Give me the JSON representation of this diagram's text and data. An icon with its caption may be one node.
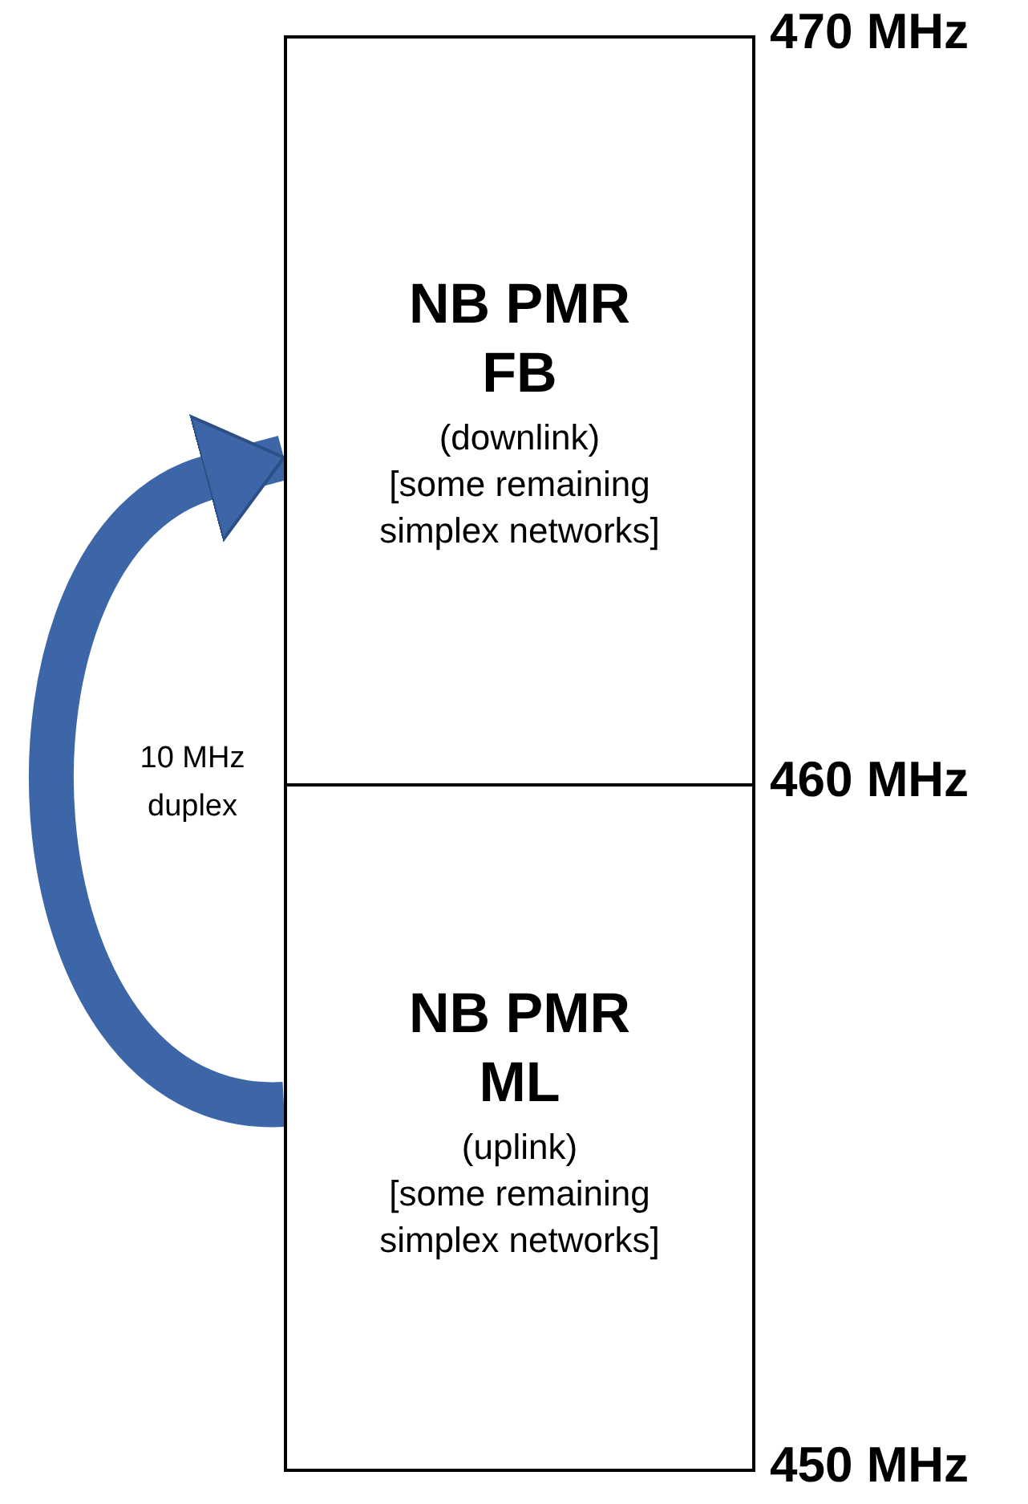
{
  "diagram": {
    "nodes": [
      {
        "text": [
          "NB PMR FB",
          "(downlink)",
          "[some remaining simplex networks]"
        ]
      },
      {
        "text": [
          "NB PMR ML",
          "(uplink)",
          "[some remaining simplex networks]"
        ]
      }
    ],
    "edges": [
      {
        "from": 1,
        "to": 0,
        "arrow": "to",
        "label": "10 MHz duplex"
      }
    ],
    "labels": [
      "470 MHz",
      "460 MHz",
      "450 MHz"
    ]
  }
}
